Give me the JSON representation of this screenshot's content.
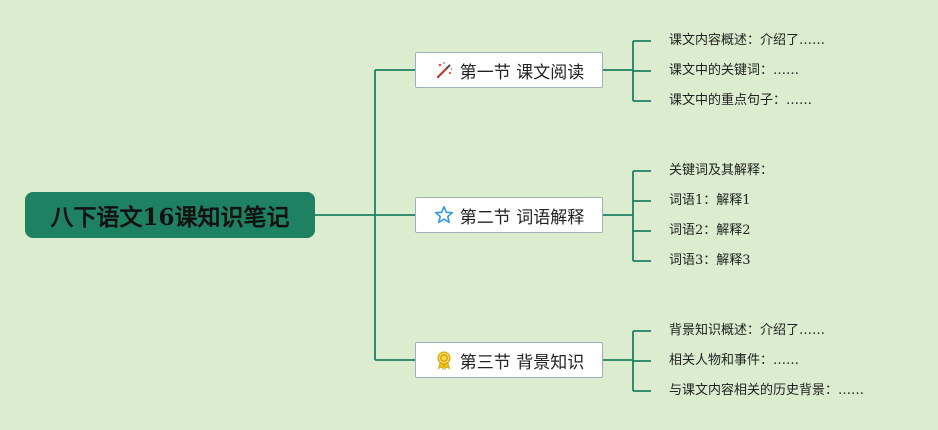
{
  "root": {
    "label": "八下语文16课知识笔记"
  },
  "branches": [
    {
      "label": "第一节 课文阅读",
      "icon": "magic-wand-icon",
      "leaves": [
        "课文内容概述：介绍了……",
        "课文中的关键词：……",
        "课文中的重点句子：……"
      ]
    },
    {
      "label": "第二节 词语解释",
      "icon": "star-icon",
      "leaves": [
        "关键词及其解释：",
        "词语1：解释1",
        "词语2：解释2",
        "词语3：解释3"
      ]
    },
    {
      "label": "第三节 背景知识",
      "icon": "award-ribbon-icon",
      "leaves": [
        "背景知识概述：介绍了……",
        "相关人物和事件：……",
        "与课文内容相关的历史背景：……"
      ]
    }
  ],
  "colors": {
    "background": "#dbeccf",
    "root_fill": "#1e8161",
    "connector": "#1e8161"
  }
}
